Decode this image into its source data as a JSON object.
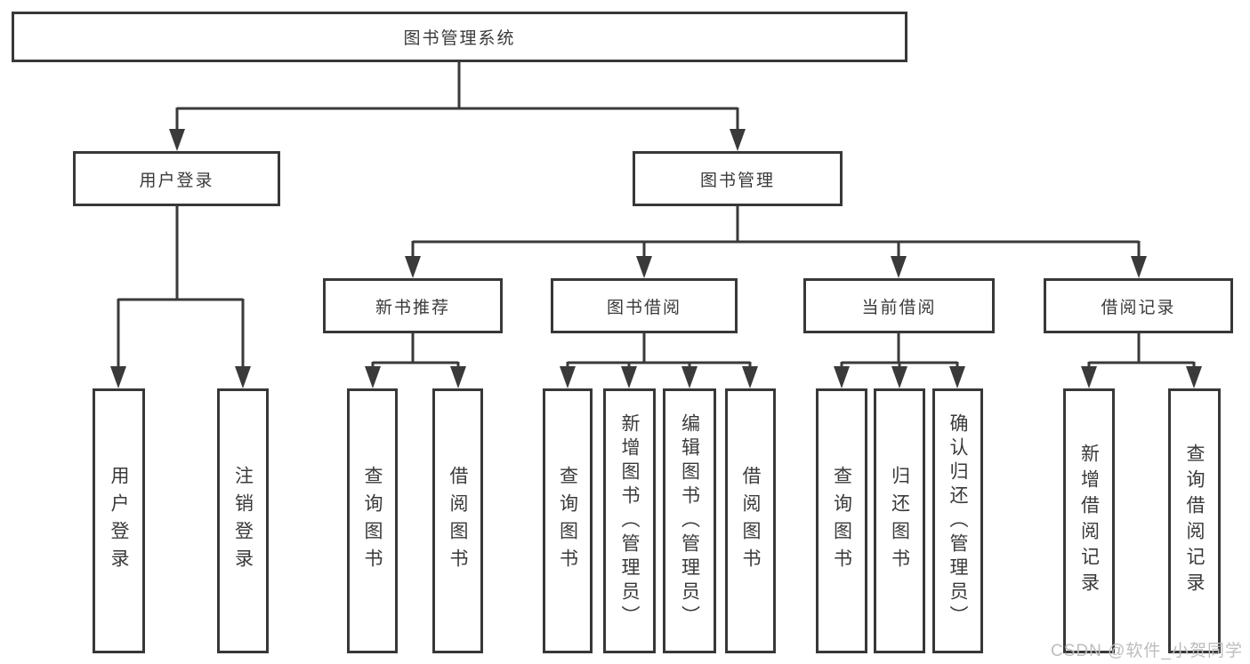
{
  "tree": {
    "root": {
      "label": "图书管理系统",
      "children": [
        {
          "label": "用户登录",
          "children": [
            {
              "label": "用户登录"
            },
            {
              "label": "注销登录"
            }
          ]
        },
        {
          "label": "图书管理",
          "children": [
            {
              "label": "新书推荐",
              "children": [
                {
                  "label": "查询图书"
                },
                {
                  "label": "借阅图书"
                }
              ]
            },
            {
              "label": "图书借阅",
              "children": [
                {
                  "label": "查询图书"
                },
                {
                  "label": "新增图书（管理员）"
                },
                {
                  "label": "编辑图书（管理员）"
                },
                {
                  "label": "借阅图书"
                }
              ]
            },
            {
              "label": "当前借阅",
              "children": [
                {
                  "label": "查询图书"
                },
                {
                  "label": "归还图书"
                },
                {
                  "label": "确认归还（管理员）"
                }
              ]
            },
            {
              "label": "借阅记录",
              "children": [
                {
                  "label": "新增借阅记录"
                },
                {
                  "label": "查询借阅记录"
                }
              ]
            }
          ]
        }
      ]
    }
  },
  "watermark": "CSDN @软件_小贺同学",
  "colors": {
    "line": "#3a3a3a",
    "box_border": "#383838",
    "text": "#3a3a3a",
    "watermark": "#bdbdbd",
    "background": "#ffffff"
  }
}
